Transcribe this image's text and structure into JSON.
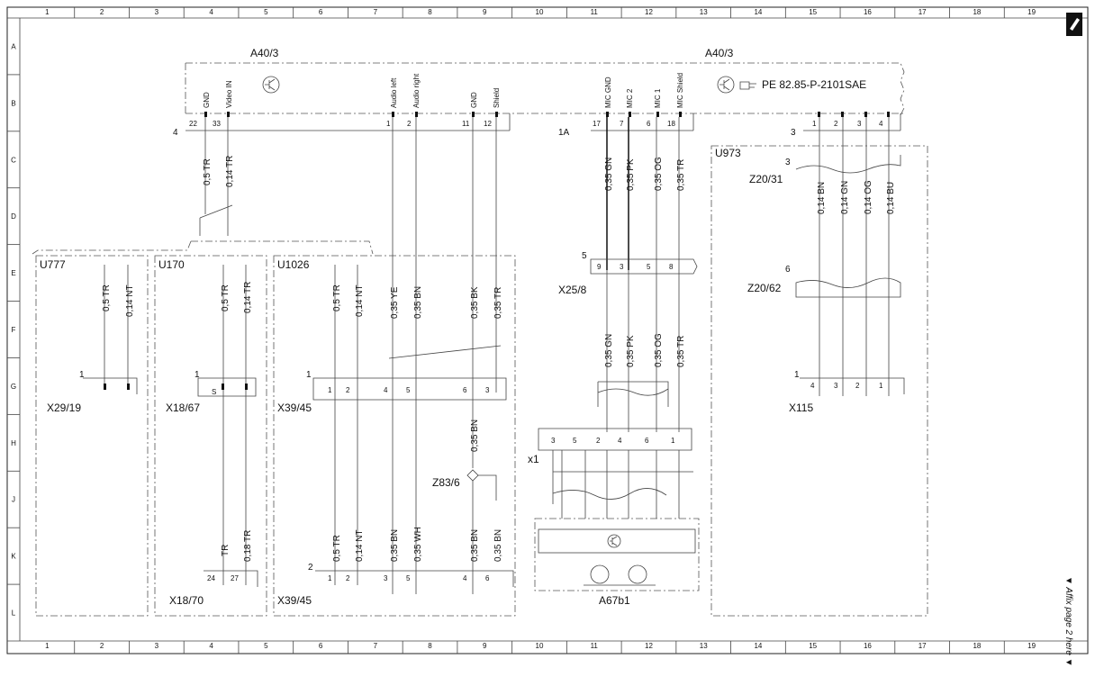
{
  "border": {
    "columns": [
      "1",
      "2",
      "3",
      "4",
      "5",
      "6",
      "7",
      "8",
      "9",
      "10",
      "11",
      "12",
      "13",
      "14",
      "15",
      "16",
      "17",
      "18",
      "19"
    ],
    "rows": [
      "A",
      "B",
      "C",
      "D",
      "E",
      "F",
      "G",
      "H",
      "J",
      "K",
      "L"
    ]
  },
  "side_note": "▼ Affix page 2 here ▼",
  "components": {
    "a40_3_left": "A40/3",
    "a40_3_right": "A40/3",
    "ref": "PE 82.85-P-2101SAE",
    "u777": "U777",
    "u170": "U170",
    "u1026": "U1026",
    "u973": "U973",
    "x29_19": "X29/19",
    "x18_67": "X18/67",
    "x39_45_top": "X39/45",
    "x39_45_bot": "X39/45",
    "x18_70": "X18/70",
    "z83_6": "Z83/6",
    "x25_8": "X25/8",
    "x1": "x1",
    "a67b1": "A67b1",
    "z20_31": "Z20/31",
    "z20_62": "Z20/62",
    "x115": "X115"
  },
  "conn_nums": {
    "c4": "4",
    "c1A": "1A",
    "c3": "3",
    "c5": "5",
    "c3b": "3",
    "c6": "6",
    "c1a": "1",
    "c1b": "1",
    "c1c": "1",
    "c1d": "1",
    "c2": "2"
  },
  "pin_labels": [
    "GND",
    "Video IN",
    "Audio left",
    "Audio right",
    "GND",
    "Shield",
    "MIC GND",
    "MIC 2",
    "MIC 1",
    "MIC Shield"
  ],
  "pins": {
    "top": [
      "22",
      "33",
      "1",
      "2",
      "11",
      "12",
      "17",
      "7",
      "6",
      "18",
      "1",
      "2",
      "3",
      "4"
    ],
    "x25": [
      "9",
      "3",
      "5",
      "8"
    ],
    "x29": [
      "1"
    ],
    "x18_67": [
      "S"
    ],
    "x39_top": [
      "1",
      "2",
      "4",
      "5",
      "6",
      "3"
    ],
    "x1": [
      "3",
      "5",
      "2",
      "4",
      "6",
      "1"
    ],
    "x115": [
      "4",
      "3",
      "2",
      "1"
    ],
    "x18_70": [
      "24",
      "27"
    ],
    "x39_bot": [
      "1",
      "2",
      "3",
      "5",
      "4",
      "6"
    ]
  },
  "wires": {
    "w_a1": "0,5 TR",
    "w_a2": "0,14 TR",
    "w_u777_1": "0,5 TR",
    "w_u777_2": "0,14 NT",
    "w_u170_1": "0,5 TR",
    "w_u170_2": "0,14 TR",
    "w_u1026_1": "0,5 TR",
    "w_u1026_2": "0,14 NT",
    "w_ye": "0,35 YE",
    "w_bn": "0,35 BN",
    "w_bk": "0,35 BK",
    "w_tr": "0,35 TR",
    "w_gn1": "0,35 GN",
    "w_pk1": "0,35 PK",
    "w_og1": "0,35 OG",
    "w_tr1": "0,35 TR",
    "w_gn2": "0,35 GN",
    "w_pk2": "0,35 PK",
    "w_og2": "0,35 OG",
    "w_tr2": "0,35 TR",
    "w_z_bn": "0,14 BN",
    "w_z_gn": "0,14 GN",
    "w_z_og": "0,14 OG",
    "w_z_bu": "0,14 BU",
    "w_h_bn": "0,35 BN",
    "w_k_tr": "TR",
    "w_k_tr2": "0,18 TR",
    "w_k1": "0,5 TR",
    "w_k2": "0,14 NT",
    "w_k3": "0,35 BN",
    "w_k4": "0,35 WH",
    "w_k5": "0,35 BN",
    "w_k6": "0,35 BN"
  }
}
